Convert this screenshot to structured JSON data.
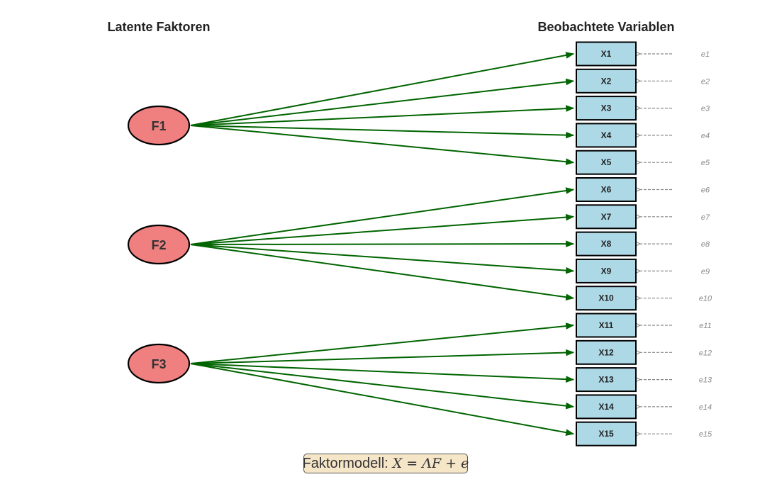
{
  "headers": {
    "left": "Latente Faktoren",
    "right": "Beobachtete Variablen"
  },
  "colors": {
    "factor_fill": "#f08080",
    "variable_fill": "#add8e6",
    "loading_arrow": "#006400",
    "error_arrow": "#888888",
    "formula_fill": "#f5e6c8"
  },
  "factors": [
    {
      "label": "F1",
      "indicators": [
        "X1",
        "X2",
        "X3",
        "X4",
        "X5"
      ]
    },
    {
      "label": "F2",
      "indicators": [
        "X6",
        "X7",
        "X8",
        "X9",
        "X10"
      ]
    },
    {
      "label": "F3",
      "indicators": [
        "X11",
        "X12",
        "X13",
        "X14",
        "X15"
      ]
    }
  ],
  "variables": [
    {
      "label": "X1",
      "error": "e1"
    },
    {
      "label": "X2",
      "error": "e2"
    },
    {
      "label": "X3",
      "error": "e3"
    },
    {
      "label": "X4",
      "error": "e4"
    },
    {
      "label": "X5",
      "error": "e5"
    },
    {
      "label": "X6",
      "error": "e6"
    },
    {
      "label": "X7",
      "error": "e7"
    },
    {
      "label": "X8",
      "error": "e8"
    },
    {
      "label": "X9",
      "error": "e9"
    },
    {
      "label": "X10",
      "error": "e10"
    },
    {
      "label": "X11",
      "error": "e11"
    },
    {
      "label": "X12",
      "error": "e12"
    },
    {
      "label": "X13",
      "error": "e13"
    },
    {
      "label": "X14",
      "error": "e14"
    },
    {
      "label": "X15",
      "error": "e15"
    }
  ],
  "formula": {
    "prefix": "Faktormodell:",
    "expression": "X = ΛF + e"
  }
}
